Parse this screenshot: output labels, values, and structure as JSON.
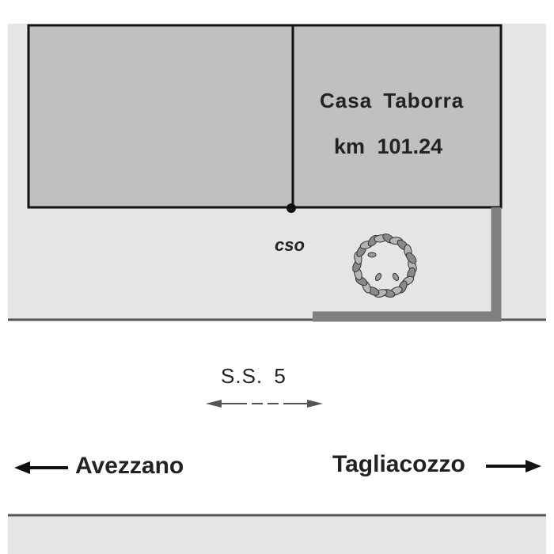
{
  "house": {
    "name": "Casa Taborra",
    "km": "km 101.24"
  },
  "marker": {
    "label": "cso"
  },
  "road": {
    "name": "S.S. 5"
  },
  "directions": {
    "west": "Avezzano",
    "east": "Tagliacozzo"
  },
  "colors": {
    "background": "#ffffff",
    "ground": "#e5e5e5",
    "building": "#c0c0c0",
    "outline": "#111111",
    "wall": "#7f7f7f",
    "road_line": "#555555",
    "text": "#222222"
  },
  "icons": [
    "tree-icon",
    "point-marker-icon",
    "arrow-left-icon",
    "arrow-right-icon",
    "double-arrow-icon"
  ]
}
